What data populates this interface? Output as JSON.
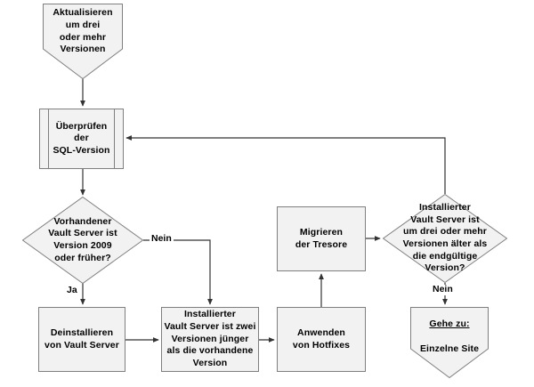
{
  "diagram": {
    "title": "Vault Server Upgrade Flowchart",
    "language": "de",
    "colors": {
      "shape_fill": "#f2f2f2",
      "shape_stroke": "#7f7f7f",
      "line": "#404040",
      "text": "#000000",
      "background": "#ffffff"
    },
    "nodes": [
      {
        "id": "start",
        "shape": "pentagon-down",
        "label": "Aktualisieren\num drei\noder mehr\nVersionen"
      },
      {
        "id": "check-sql",
        "shape": "predefined-process",
        "label": "Überprüfen\nder\nSQL-Version"
      },
      {
        "id": "decision-existing-version",
        "shape": "diamond",
        "label": "Vorhandener\nVault Server ist\nVersion 2009\noder früher?"
      },
      {
        "id": "uninstall",
        "shape": "rectangle",
        "label": "Deinstallieren\nvon Vault Server"
      },
      {
        "id": "install-two-versions",
        "shape": "rectangle",
        "label": "Installierter\nVault Server ist zwei\nVersionen jünger\nals die vorhandene\nVersion"
      },
      {
        "id": "apply-hotfixes",
        "shape": "rectangle",
        "label": "Anwenden\nvon Hotfixes"
      },
      {
        "id": "migrate-vaults",
        "shape": "rectangle",
        "label": "Migrieren\nder Tresore"
      },
      {
        "id": "decision-three-or-more",
        "shape": "diamond",
        "label": "Installierter\nVault Server ist\num drei oder mehr\nVersionen älter als\ndie endgültige\nVersion?"
      },
      {
        "id": "goto-single-site",
        "shape": "pentagon-down",
        "label_line1": "Gehe zu:",
        "label_line2": "Einzelne Site"
      }
    ],
    "edge_labels": {
      "existing_no": "Nein",
      "existing_yes": "Ja",
      "three_or_more_no": "Nein"
    }
  }
}
